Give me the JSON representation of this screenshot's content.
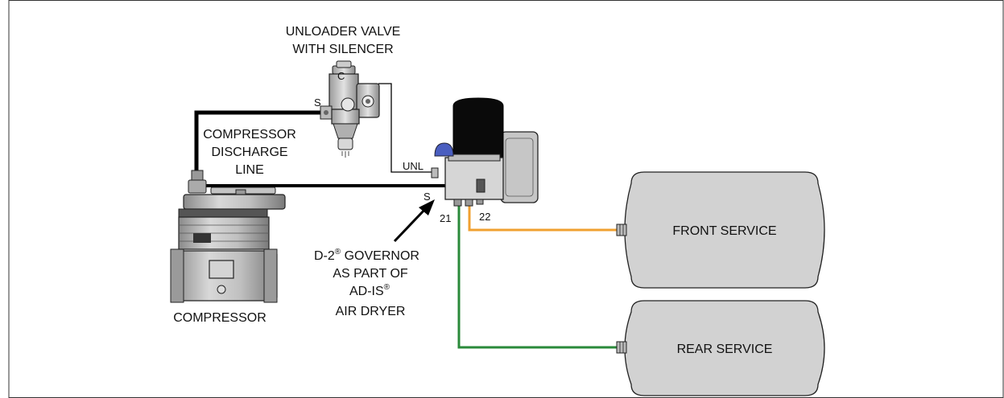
{
  "labels": {
    "unloader_line1": "UNLOADER VALVE",
    "unloader_line2": "WITH SILENCER",
    "port_c": "C",
    "port_s_unloader": "S",
    "discharge_line1": "COMPRESSOR",
    "discharge_line2": "DISCHARGE",
    "discharge_line3": "LINE",
    "port_unl": "UNL",
    "port_s_governor": "S",
    "port_21": "21",
    "port_22": "22",
    "governor_line1_main": "D-2",
    "governor_line1_reg": "®",
    "governor_line1_rest": "  GOVERNOR",
    "governor_line2": "AS PART OF",
    "governor_line3_main": "AD-IS",
    "governor_line3_reg": "®",
    "governor_line4": "AIR DRYER",
    "compressor": "COMPRESSOR",
    "front_tank": "FRONT SERVICE",
    "rear_tank": "REAR SERVICE"
  },
  "colors": {
    "front_line": "#f0a030",
    "rear_line": "#2a8a3a",
    "tank_fill": "#d2d2d2",
    "dryer_cartridge": "#0a0a0a",
    "purge_cap": "#4a5ec0"
  }
}
